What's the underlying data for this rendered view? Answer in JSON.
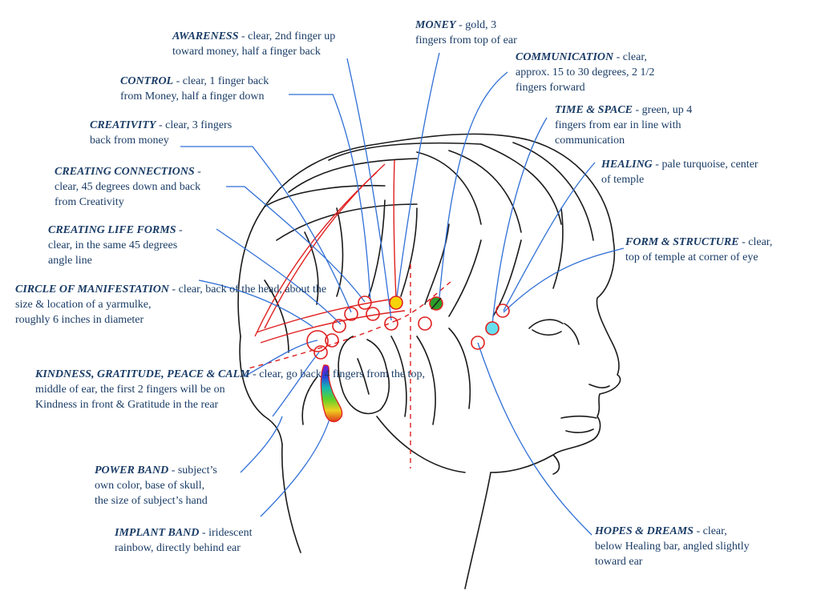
{
  "colors": {
    "label_text": "#1a3c66",
    "leader_line": "#2f6fd6",
    "meridian_line": "#e02020",
    "money_point": "#f5d40a",
    "time_space_point": "#2a9d2a",
    "healing_point": "#66e0ee",
    "implant_band": "rainbow gradient",
    "outline": "#1a1a1a"
  },
  "labels": {
    "awareness": {
      "title": "AWARENESS",
      "lines": [
        " - clear, 2nd finger up",
        "toward money, half a finger back"
      ]
    },
    "control": {
      "title": "CONTROL",
      "lines": [
        " - clear, 1 finger back",
        "from Money, half a finger down"
      ]
    },
    "creativity": {
      "title": "CREATIVITY",
      "lines": [
        " - clear, 3 fingers",
        "back from money"
      ]
    },
    "creating_connections": {
      "title": "CREATING CONNECTIONS",
      "lines": [
        " -",
        "clear, 45 degrees down and back",
        "from Creativity"
      ]
    },
    "creating_life_forms": {
      "title": "CREATING LIFE FORMS",
      "lines": [
        " -",
        "clear, in the same 45 degrees",
        "angle line"
      ]
    },
    "circle_of_manifestation": {
      "title": "CIRCLE OF MANIFESTATION",
      "lines": [
        "",
        "- clear, back of the head, about the",
        "size & location of a yarmulke,",
        "roughly 6 inches in diameter"
      ]
    },
    "kindness": {
      "title": "KINDNESS, GRATITUDE, PEACE &",
      "lines": [
        "",
        "CALM",
        " - clear, go back 4 fingers from the top,",
        "middle of ear, the first 2 fingers will be on",
        "Kindness in front & Gratitude in the rear"
      ]
    },
    "power_band": {
      "title": "POWER BAND",
      "lines": [
        " - subject’s",
        "own color, base of skull,",
        "the size of subject’s hand"
      ]
    },
    "implant_band": {
      "title": "IMPLANT BAND",
      "lines": [
        " - iridescent",
        "rainbow, directly behind ear"
      ]
    },
    "money": {
      "title": "MONEY",
      "lines": [
        " - gold, 3",
        "fingers from top of ear"
      ]
    },
    "communication": {
      "title": "COMMUNICATION",
      "lines": [
        " - clear,",
        "approx. 15 to 30 degrees, 2 1/2",
        "fingers forward"
      ]
    },
    "time_space": {
      "title": "TIME & SPACE",
      "lines": [
        " - green, up 4",
        "fingers from ear in line with",
        "communication"
      ]
    },
    "healing": {
      "title": "HEALING",
      "lines": [
        " - pale turquoise, center",
        "of temple"
      ]
    },
    "form_structure": {
      "title": "FORM & STRUCTURE",
      "lines": [
        " - clear,",
        "top of temple at corner of eye"
      ]
    },
    "hopes_dreams": {
      "title": "HOPES & DREAMS",
      "lines": [
        " - clear,",
        "below Healing bar, angled slightly",
        "toward ear"
      ]
    }
  }
}
